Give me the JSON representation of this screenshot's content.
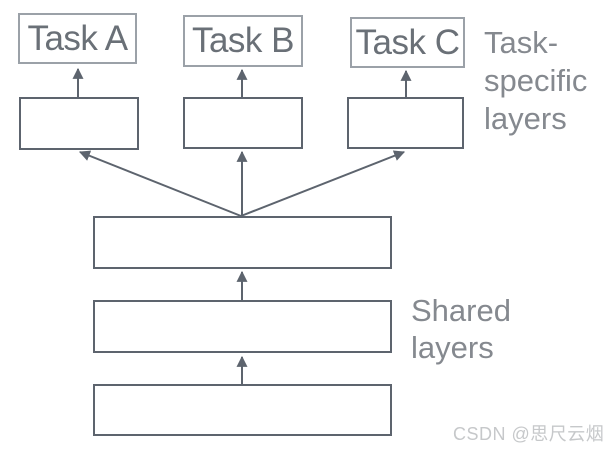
{
  "diagram": {
    "title_hint": "Multi-task learning network diagram",
    "task_boxes": [
      {
        "label": "Task A"
      },
      {
        "label": "Task B"
      },
      {
        "label": "Task C"
      }
    ],
    "task_specific_layer_boxes": [
      {
        "label": ""
      },
      {
        "label": ""
      },
      {
        "label": ""
      }
    ],
    "shared_layer_boxes": [
      {
        "label": ""
      },
      {
        "label": ""
      },
      {
        "label": ""
      }
    ],
    "annotations": {
      "task_specific": "Task-specific layers",
      "shared": "Shared layers"
    },
    "watermark": "CSDN @思尺云烟",
    "colors": {
      "box_border_dark": "#5d646e",
      "box_border_light": "#9ba1a8",
      "arrow": "#5d646e",
      "task_label_text": "#6a7077",
      "annotation_text": "#85898f",
      "watermark_text": "#c6c8ca",
      "background": "#ffffff"
    }
  }
}
